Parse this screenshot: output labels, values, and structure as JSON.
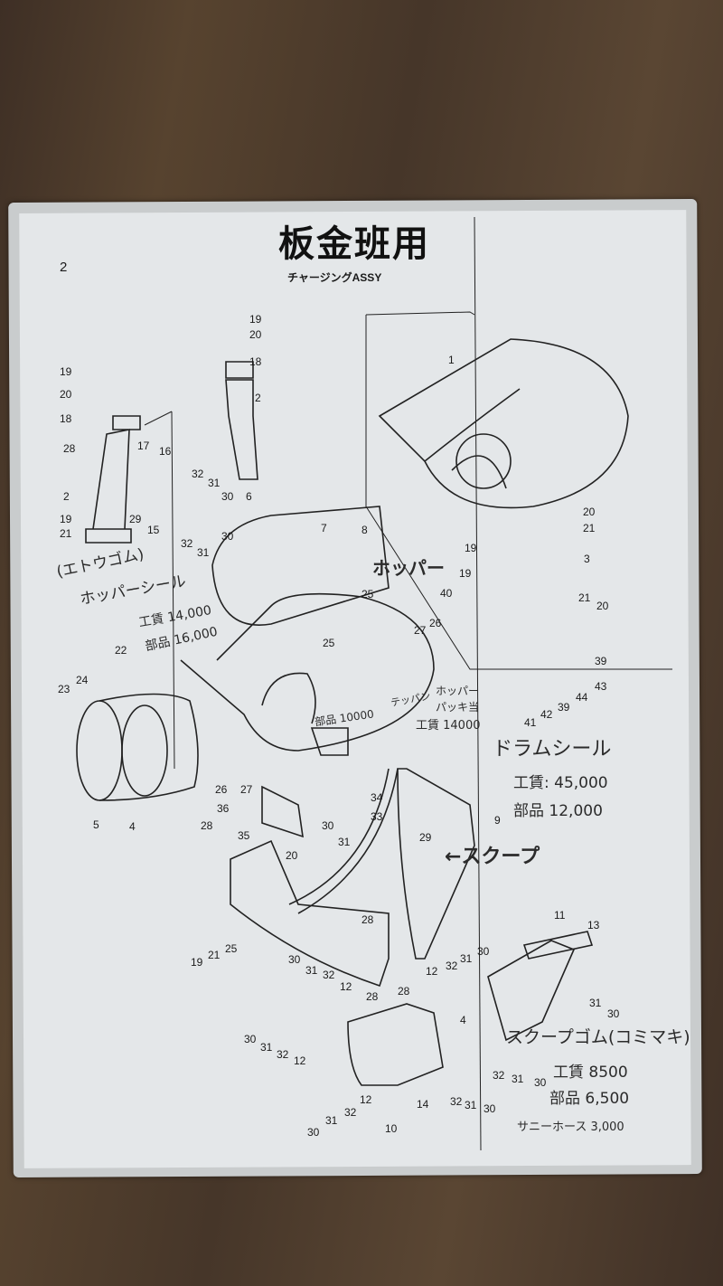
{
  "page_number": "2",
  "title": "板金班用",
  "subtitle": "チャージングASSY",
  "callouts": [
    "19",
    "20",
    "18",
    "2",
    "1",
    "19",
    "20",
    "18",
    "17",
    "16",
    "28",
    "2",
    "32",
    "31",
    "30",
    "29",
    "15",
    "19",
    "21",
    "32",
    "31",
    "30",
    "6",
    "7",
    "8",
    "25",
    "25",
    "26",
    "27",
    "20",
    "21",
    "19",
    "19",
    "3",
    "40",
    "21",
    "20",
    "39",
    "43",
    "44",
    "39",
    "42",
    "41",
    "22",
    "23",
    "24",
    "26",
    "27",
    "5",
    "4",
    "36",
    "34",
    "33",
    "9",
    "30",
    "31",
    "29",
    "28",
    "35",
    "20",
    "28",
    "19",
    "21",
    "25",
    "11",
    "13",
    "31",
    "30",
    "30",
    "31",
    "32",
    "12",
    "28",
    "12",
    "32",
    "31",
    "30",
    "30",
    "31",
    "32",
    "12",
    "28",
    "4",
    "32",
    "31",
    "30",
    "12",
    "14",
    "10",
    "32",
    "31",
    "30",
    "30",
    "31",
    "32"
  ],
  "notes": {
    "hopper_seal": {
      "alias": "(エトウゴム)",
      "name": "ホッパーシール",
      "labor": "工賃 14,000",
      "parts": "部品 16,000"
    },
    "hopper": {
      "name": "ホッパー"
    },
    "teppan": {
      "name": "テッパン",
      "parts": "部品 10000"
    },
    "hopper_packing": {
      "name1": "ホッパー",
      "name2": "パッキ当",
      "labor": "工賃 14000"
    },
    "drum_seal": {
      "name": "ドラムシール",
      "labor": "工賃: 45,000",
      "parts": "部品 12,000"
    },
    "scoop": {
      "name": "←スクープ"
    },
    "scoop_rubber": {
      "name": "スクープゴム(コミマキ)",
      "labor": "工賃 8500",
      "parts": "部品 6,500",
      "hose": "サニーホース 3,000"
    }
  }
}
